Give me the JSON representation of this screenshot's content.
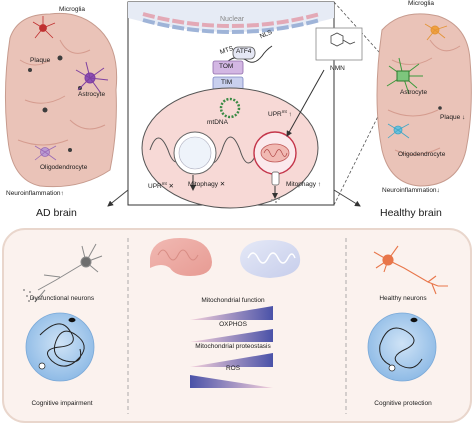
{
  "labels": {
    "nuclear": "Nuclear",
    "mts": "MTS",
    "atf4": "ATF4",
    "nls": "NLS",
    "tom": "TOM",
    "tim": "TIM",
    "nmn": "NMN",
    "mtdna": "mtDNA",
    "uprmt_sup": "mt",
    "uprmt_left": "UPR",
    "uprmt_left_status": "✕",
    "mitophagy_left": "Mitophagy ✕",
    "uprmt_right": "UPR",
    "uprmt_right_status": "↑",
    "mitophagy_right": "Mitophagy ↑"
  },
  "ad_brain": {
    "title": "AD brain",
    "microglia": "Microglia",
    "plaque": "Plaque",
    "astrocyte": "Astrocyte",
    "oligodendrocyte": "Oligodendrocyte",
    "neuroinflammation": "Neuroinflammation↑"
  },
  "healthy_brain": {
    "title": "Healthy brain",
    "microglia": "Microglia",
    "astrocyte": "Astrocyte",
    "plaque": "Plaque ↓",
    "oligodendrocyte": "Oligodendrocyte",
    "neuroinflammation": "Neuroinflammation↓"
  },
  "bottom": {
    "dysfunctional_neurons": "Dysfunctional neurons",
    "cognitive_impairment": "Cognitive impairment",
    "healthy_neurons": "Healthy neurons",
    "cognitive_protection": "Cognitive protection",
    "mitochondrial_function": "Mitochondrial function",
    "oxphos": "OXPHOS",
    "mitochondrial_proteostasis": "Mitochondrial proteostasis",
    "ros": "ROS"
  },
  "colors": {
    "nuclear_fill": "#e6ebf5",
    "mito_fill": "#f7d9d6",
    "bottom_panel": "#fbf2ee",
    "bottom_border": "#e9d6cc",
    "neuron_left": "#8a8a8a",
    "neuron_right": "#e8764a",
    "wedge_blue": "#4a52a8",
    "wedge_pink": "#f2c6d2",
    "brain_pink": "#eac3b8"
  }
}
